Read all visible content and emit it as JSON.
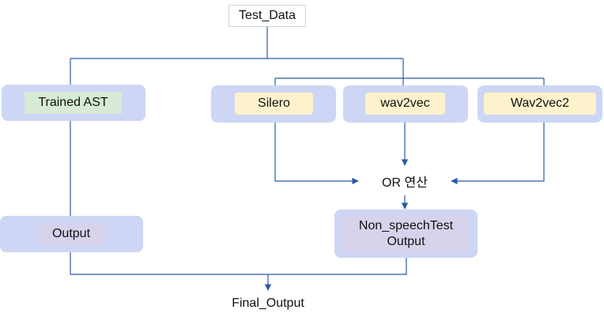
{
  "nodes": {
    "test_data": "Test_Data",
    "trained_ast": "Trained AST",
    "silero": "Silero",
    "wav2vec": "wav2vec",
    "wav2vec2": "Wav2vec2",
    "or_op": "OR 연산",
    "output": "Output",
    "nonspeech": "Non_speechTest\nOutput",
    "final_output": "Final_Output"
  },
  "colors": {
    "arrow": "#2b5aa8",
    "panel": "#cdd6f4",
    "green_fill": "#d7ead3",
    "yellow_fill": "#fdf2cc",
    "lavender_fill": "#d8d2ec"
  }
}
